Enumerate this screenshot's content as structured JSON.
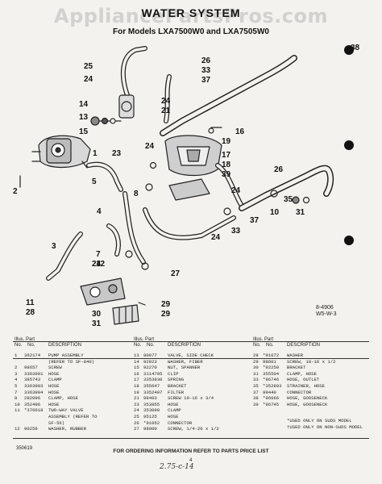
{
  "watermark": "AppliancePartsPros.com",
  "title": "WATER SYSTEM",
  "subtitle": "For Models LXA7500W0 and LXA7505W0",
  "diagram_code": [
    "8-4906",
    "W5-W-3"
  ],
  "callouts": [
    "25",
    "24",
    "14",
    "13",
    "15",
    "1",
    "2",
    "3",
    "5",
    "4",
    "23",
    "24",
    "8",
    "7",
    "12",
    "24",
    "11",
    "28",
    "30",
    "31",
    "38",
    "26",
    "33",
    "37",
    "24",
    "21",
    "16",
    "19",
    "17",
    "18",
    "39",
    "26",
    "35",
    "31",
    "24",
    "37",
    "33",
    "10",
    "24",
    "27",
    "29"
  ],
  "table_headers": {
    "illus": "Illus.",
    "part": "Part",
    "no1": "No.",
    "no2": "No.",
    "description": "DESCRIPTION"
  },
  "parts_col1": [
    [
      "1",
      "362174",
      "PUMP ASSEMBLY"
    ],
    [
      "",
      "",
      "(REFER TO SF-840)"
    ],
    [
      "2",
      "98657",
      "SCREW"
    ],
    [
      "3",
      "3363901",
      "HOSE"
    ],
    [
      "4",
      "385743",
      "CLAMP"
    ],
    [
      "5",
      "3363903",
      "HOSE"
    ],
    [
      "7",
      "3363904",
      "HOSE"
    ],
    [
      "8",
      "282096",
      "CLAMP, HOSE"
    ],
    [
      "10",
      "352496",
      "HOSE"
    ],
    [
      "11",
      "*376618",
      "TWO-WAY VALVE"
    ],
    [
      "",
      "",
      "ASSEMBLY (REFER TO"
    ],
    [
      "",
      "",
      "SF-56)"
    ],
    [
      "12",
      "90256",
      "WASHER, RUBBER"
    ]
  ],
  "parts_col2": [
    [
      "13",
      "80077",
      "VALVE, SIDE CHECK"
    ],
    [
      "14",
      "92023",
      "WASHER, FIBER"
    ],
    [
      "15",
      "92270",
      "NUT, SPANNER"
    ],
    [
      "16",
      "3114795",
      "CLIP"
    ],
    [
      "17",
      "3353930",
      "SPRING"
    ],
    [
      "18",
      "355647",
      "BRACKET"
    ],
    [
      "19",
      "3352407",
      "FILTER"
    ],
    [
      "21",
      "98403",
      "SCREW 10-16 x 3/4"
    ],
    [
      "23",
      "353855",
      "HOSE"
    ],
    [
      "24",
      "353090",
      "CLAMP"
    ],
    [
      "25",
      "95125",
      "HOSE"
    ],
    [
      "26",
      "*91052",
      "CONNECTOR"
    ],
    [
      "27",
      "98000",
      "SCREW, 1/4-20 x 1/2"
    ]
  ],
  "parts_col3": [
    [
      "28",
      "*91672",
      "WASHER"
    ],
    [
      "29",
      "98601",
      "SCREW, 10-16 x 1/2"
    ],
    [
      "30",
      "*92250",
      "BRACKET"
    ],
    [
      "31",
      "355504",
      "CLAMP, HOSE"
    ],
    [
      "33",
      "*96746",
      "HOSE, OUTLET"
    ],
    [
      "35",
      "*352893",
      "STRAINER, HOSE"
    ],
    [
      "37",
      "99440",
      "CONNECTOR"
    ],
    [
      "38",
      "*96666",
      "HOSE, GOOSENECK"
    ],
    [
      "39",
      "*96745",
      "HOSE, GOOSENECK"
    ]
  ],
  "notes": [
    "*USED ONLY ON SUDS MODEL",
    "†USED ONLY ON NON-SUDS MODEL"
  ],
  "footer": "FOR ORDERING INFORMATION REFER TO PARTS PRICE LIST",
  "doc_code": "350619",
  "page_number": "4",
  "handwriting": "2.75-c-14"
}
